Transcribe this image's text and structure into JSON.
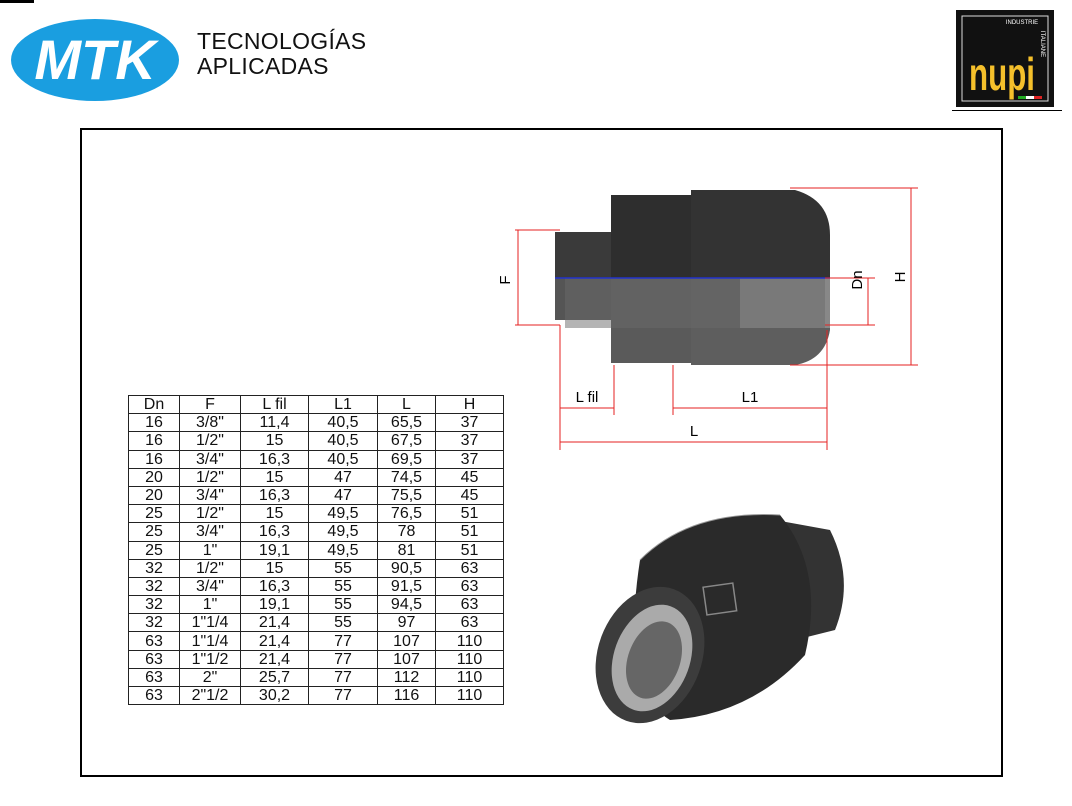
{
  "header": {
    "logo_text": "MTK",
    "tagline_line1": "TECNOLOGÍAS",
    "tagline_line2": "APLICADAS",
    "partner_logo": "nupi",
    "partner_logo_sub1": "INDUSTRIE",
    "partner_logo_sub2": "ITALIANE"
  },
  "colors": {
    "mtk_blue": "#1a9ee0",
    "nupi_yellow": "#f5c02b",
    "dimension_red": "#e52222",
    "axis_blue": "#2233cc"
  },
  "drawing": {
    "labels": {
      "F": "F",
      "Dn": "Dn",
      "H": "H",
      "L_fil": "L fil",
      "L1": "L1",
      "L": "L"
    }
  },
  "table": {
    "headers": [
      "Dn",
      "F",
      "L fil",
      "L1",
      "L",
      "H"
    ],
    "rows": [
      [
        "16",
        "3/8\"",
        "11,4",
        "40,5",
        "65,5",
        "37"
      ],
      [
        "16",
        "1/2\"",
        "15",
        "40,5",
        "67,5",
        "37"
      ],
      [
        "16",
        "3/4\"",
        "16,3",
        "40,5",
        "69,5",
        "37"
      ],
      [
        "20",
        "1/2\"",
        "15",
        "47",
        "74,5",
        "45"
      ],
      [
        "20",
        "3/4\"",
        "16,3",
        "47",
        "75,5",
        "45"
      ],
      [
        "25",
        "1/2\"",
        "15",
        "49,5",
        "76,5",
        "51"
      ],
      [
        "25",
        "3/4\"",
        "16,3",
        "49,5",
        "78",
        "51"
      ],
      [
        "25",
        "1\"",
        "19,1",
        "49,5",
        "81",
        "51"
      ],
      [
        "32",
        "1/2\"",
        "15",
        "55",
        "90,5",
        "63"
      ],
      [
        "32",
        "3/4\"",
        "16,3",
        "55",
        "91,5",
        "63"
      ],
      [
        "32",
        "1\"",
        "19,1",
        "55",
        "94,5",
        "63"
      ],
      [
        "32",
        "1\"1/4",
        "21,4",
        "55",
        "97",
        "63"
      ],
      [
        "63",
        "1\"1/4",
        "21,4",
        "77",
        "107",
        "110"
      ],
      [
        "63",
        "1\"1/2",
        "21,4",
        "77",
        "107",
        "110"
      ],
      [
        "63",
        "2\"",
        "25,7",
        "77",
        "112",
        "110"
      ],
      [
        "63",
        "2\"1/2",
        "30,2",
        "77",
        "116",
        "110"
      ]
    ]
  }
}
